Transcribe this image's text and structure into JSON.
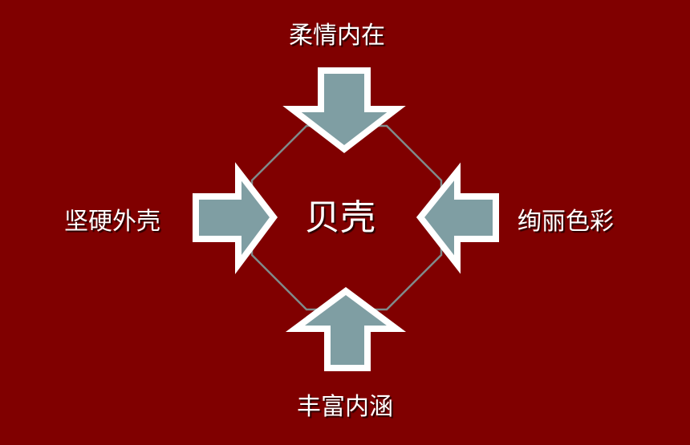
{
  "diagram": {
    "center": "贝壳",
    "top": "柔情内在",
    "left": "坚硬外壳",
    "right": "绚丽色彩",
    "bottom": "丰富内涵"
  },
  "colors": {
    "background": "#800000",
    "arrow_fill": "#7f9ea3",
    "arrow_stroke": "#ffffff",
    "octagon_stroke": "#7f8a8a",
    "text": "#ffffff"
  },
  "icons": {
    "top": "arrow-down-icon",
    "left": "arrow-right-icon",
    "right": "arrow-left-icon",
    "bottom": "arrow-up-icon"
  }
}
